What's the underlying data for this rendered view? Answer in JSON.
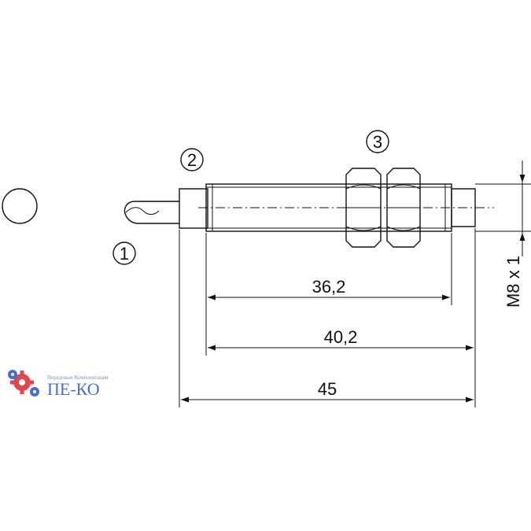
{
  "callouts": {
    "cable": "1",
    "housing": "2",
    "nuts": "3"
  },
  "dimensions": {
    "d1": "36,2",
    "d2": "40,2",
    "d3": "45",
    "thread": "M8 x 1"
  },
  "logo": {
    "tagline": "Передовые Комплектация",
    "name": "ПЕ-КО",
    "color_primary": "#4a6bd6",
    "color_gear": "#e0474c"
  },
  "colors": {
    "line": "#111111",
    "background": "#ffffff"
  }
}
